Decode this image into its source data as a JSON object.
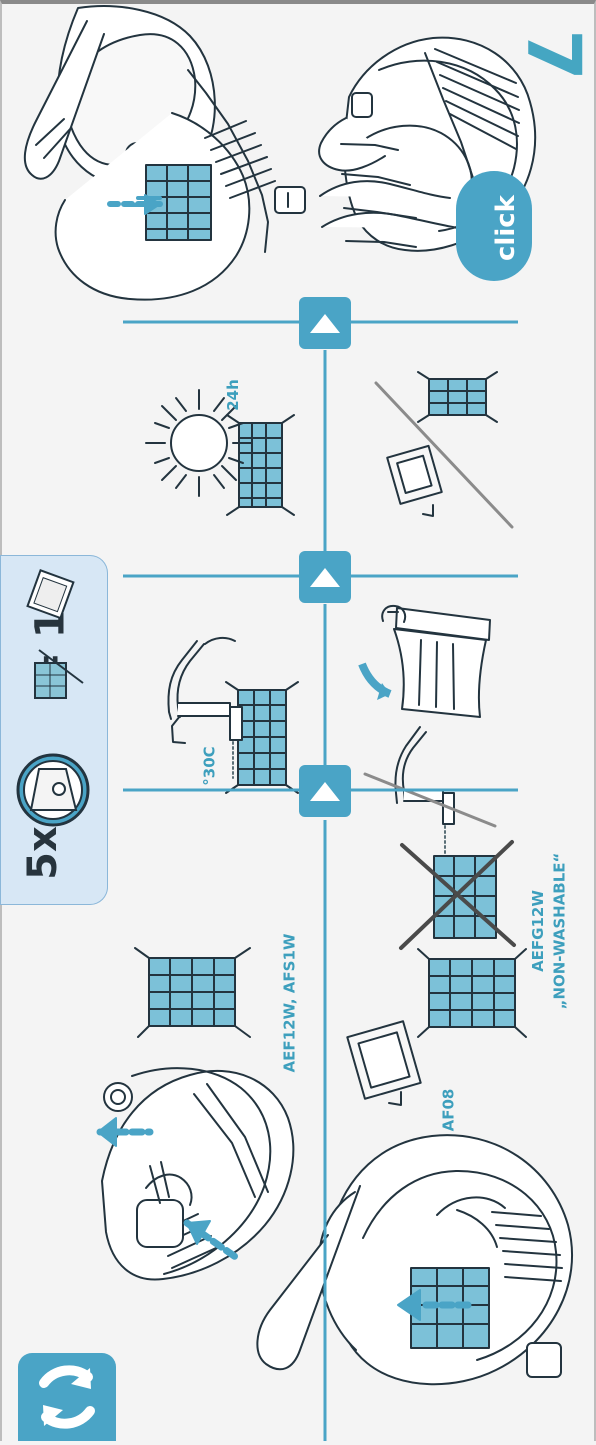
{
  "step_number": "7",
  "formula": {
    "times_five": "5x",
    "equals_one": "= 1x"
  },
  "labels": {
    "washable_models": "AEF12W, AFS1W",
    "temperature": "°30C",
    "dry_time": "24h",
    "af08": "AF08",
    "non_washable_model": "AEFG12W",
    "non_washable_text": "„NON-WASHABLE“",
    "click": "click"
  },
  "icons": {
    "refresh": "refresh-icon",
    "up": "up-arrow-icon",
    "sun": "sun-icon",
    "tap": "water-tap-icon",
    "trash": "trash-bin-icon"
  },
  "colors": {
    "accent": "#4aa4c6",
    "text_dark": "#27343d",
    "panel": "#d7e7f5"
  }
}
